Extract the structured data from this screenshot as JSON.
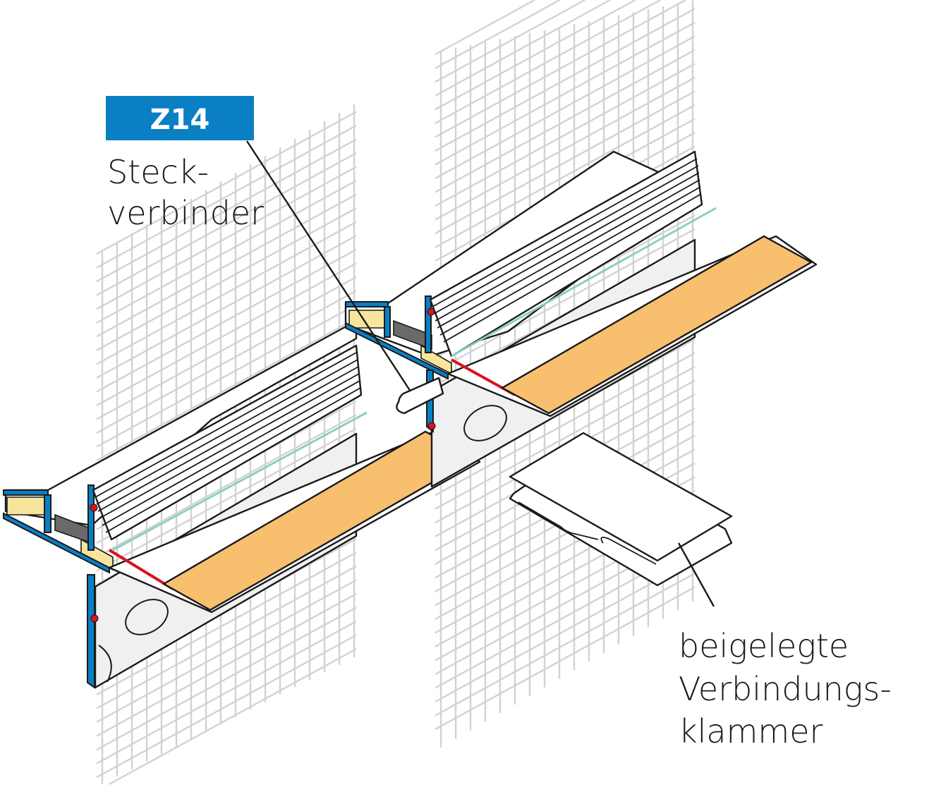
{
  "figure": {
    "type": "technical product illustration",
    "subject": "plaster profile connection with mesh"
  },
  "badge": {
    "label": "Z14",
    "color": "#0a7fc4",
    "text_color": "#ffffff"
  },
  "callouts": {
    "connector": {
      "lines": [
        "Steck-",
        "verbinder"
      ]
    },
    "clip": {
      "lines": [
        "beigelegte",
        "Verbindungs-",
        "klammer"
      ]
    }
  },
  "colors": {
    "mesh": "#d2d2d2",
    "tape": "#f8bf6f",
    "profile_section": "#0a7fc4",
    "foam": "#f8e59c",
    "seal": "#d8141c",
    "insert": "#6a6a6a",
    "lip": "#8ccfbf"
  }
}
